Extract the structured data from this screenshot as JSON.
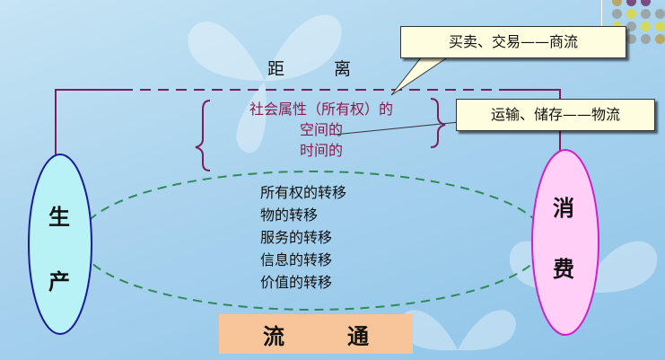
{
  "distance_label": "距离",
  "attributes": [
    "社会属性（所有权）的",
    "空间的",
    "时间的"
  ],
  "callouts": {
    "trade": "买卖、交易——商流",
    "logistics": "运输、储存——物流"
  },
  "production": [
    "生",
    "产"
  ],
  "consumption": [
    "消",
    "费"
  ],
  "transfers": [
    "所有权的转移",
    "物的转移",
    "服务的转移",
    "信息的转移",
    "价值的转移"
  ],
  "circulation": "流通",
  "colors": {
    "production_fill": "#b8f2f6",
    "consumption_fill": "#ffcff7",
    "connector": "#7a1f5a",
    "dashed_ellipse": "#2e8b57",
    "flow_box": "#f8c59a"
  }
}
